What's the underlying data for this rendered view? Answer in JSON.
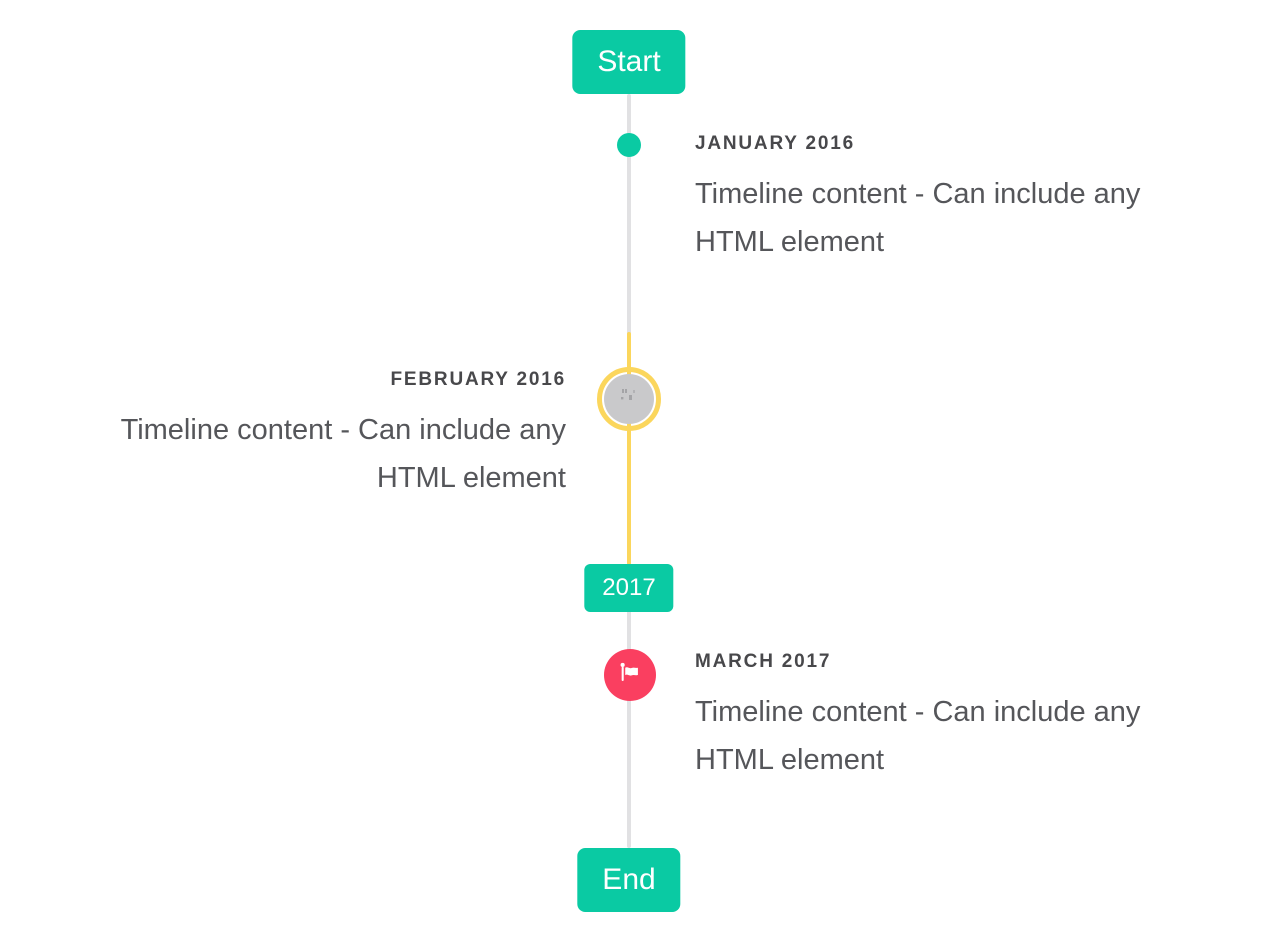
{
  "colors": {
    "accent_teal": "#0acaa3",
    "highlight_yellow": "#fbd65c",
    "rail_gray": "#e1e1e3",
    "image_circle_gray": "#c9c9cb",
    "flag_red": "#fa3f60",
    "label_text": "#48484b",
    "content_text": "#55565a",
    "background": "#ffffff"
  },
  "timeline": {
    "start_label": "Start",
    "end_label": "End",
    "year_badge": "2017",
    "items": [
      {
        "id": "january-2016",
        "label": "JANUARY 2016",
        "content_lines": [
          "Timeline content - Can include any",
          "HTML element"
        ],
        "side": "right",
        "marker": "teal-dot"
      },
      {
        "id": "february-2016",
        "label": "FEBRUARY 2016",
        "content_lines": [
          "Timeline content - Can include any",
          "HTML element"
        ],
        "side": "left",
        "marker": "gray-image-circle-yellow-ring"
      },
      {
        "id": "march-2017",
        "label": "MARCH 2017",
        "content_lines": [
          "Timeline content - Can include any",
          "HTML element"
        ],
        "side": "right",
        "marker": "red-flag-circle"
      }
    ]
  }
}
